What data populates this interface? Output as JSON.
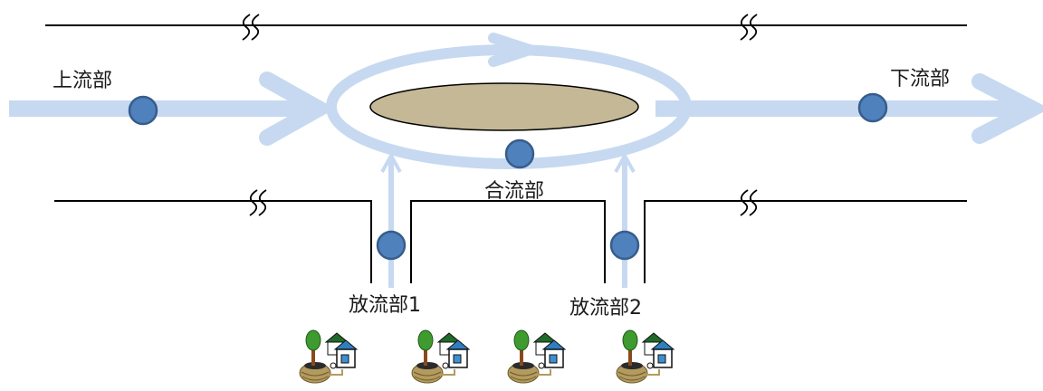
{
  "labels": {
    "upstream": "上流部",
    "downstream": "下流部",
    "confluence": "合流部",
    "discharge1": "放流部1",
    "discharge2": "放流部2"
  },
  "icons": {
    "monitoring_point": "blue-circle-marker",
    "omission_mark": "double-wave-break-mark",
    "facility": "house-tree-farm-icon"
  },
  "colors": {
    "flow": "#c6d9f1",
    "point_fill": "#4f81bd",
    "point_stroke": "#385d8a",
    "sandbar": "#c4b896",
    "bank": "#000000"
  }
}
